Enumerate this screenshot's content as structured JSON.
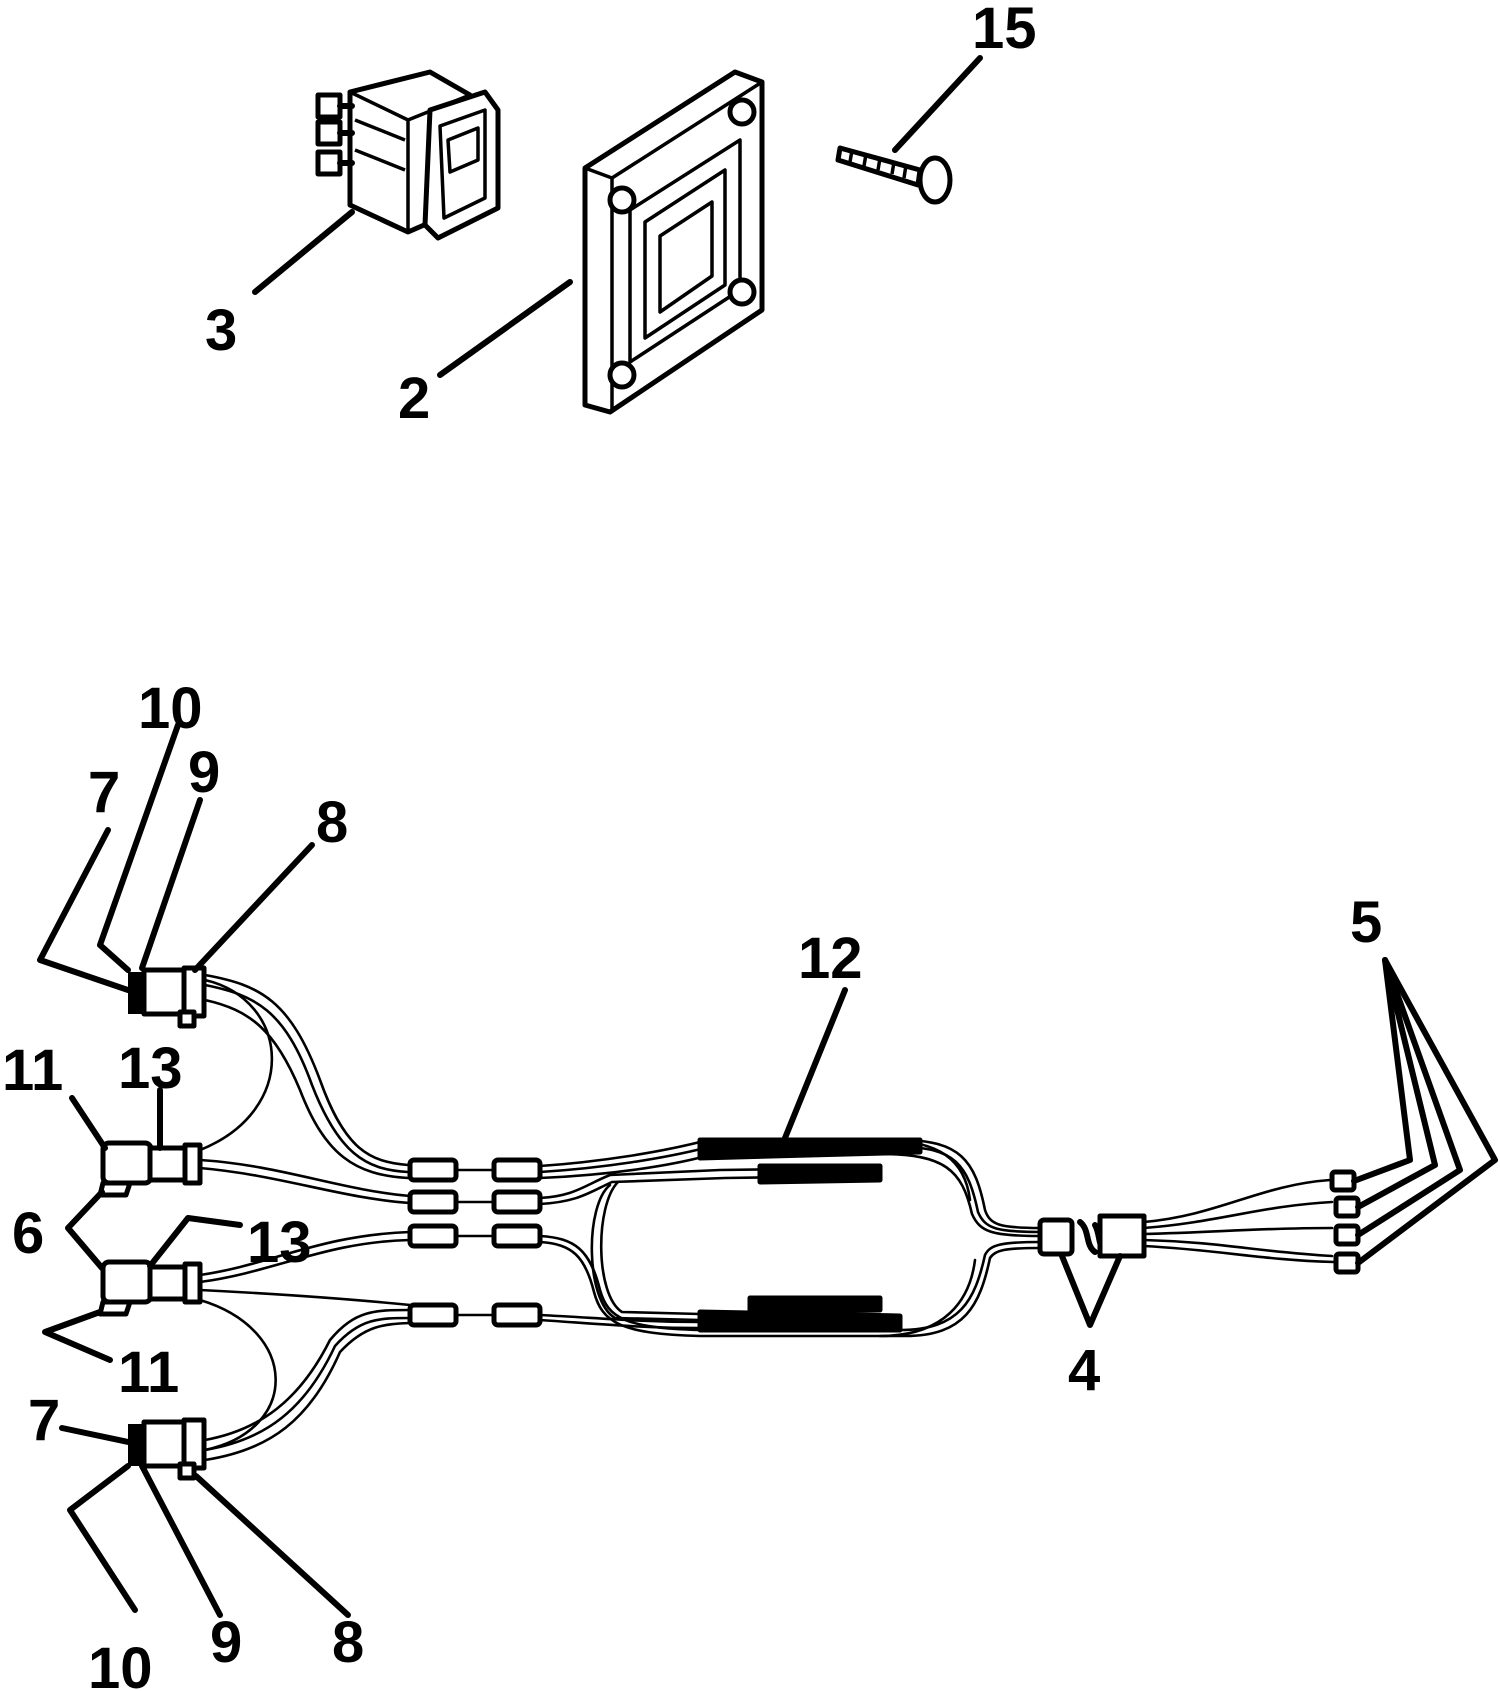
{
  "callouts": {
    "c15": "15",
    "c3": "3",
    "c2": "2",
    "c10_top": "10",
    "c7_top": "7",
    "c9_top": "9",
    "c8_top": "8",
    "c12": "12",
    "c5": "5",
    "c11_top": "11",
    "c13_top": "13",
    "c6": "6",
    "c13_mid": "13",
    "c11_bot": "11",
    "c4": "4",
    "c7_bot": "7",
    "c9_bot": "9",
    "c8_bot": "8",
    "c10_bot": "10"
  }
}
